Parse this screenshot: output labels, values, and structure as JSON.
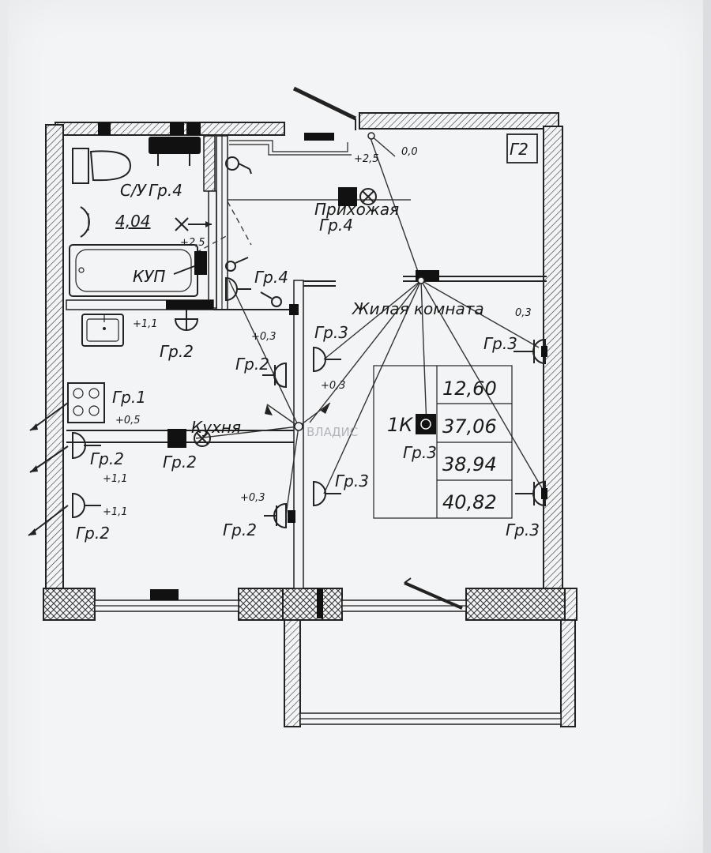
{
  "stamp": "Г2",
  "rooms": {
    "bathroom": "С/У",
    "hallway": "Прихожая",
    "living_room": "Жилая комната",
    "kitchen": "Кухня"
  },
  "labels": {
    "bath_area": "4,04",
    "kup": "КУП",
    "apartment_type": "1К",
    "zero_level": "0,0"
  },
  "groups": {
    "g1": "Гр.1",
    "g2": "Гр.2",
    "g3": "Гр.3",
    "g4": "Гр.4"
  },
  "heights": {
    "h25": "+2,5",
    "h11": "+1,1",
    "h05": "+0,5",
    "h03": "+0,3",
    "h03_short": "0,3"
  },
  "area_table": [
    "12,60",
    "37,06",
    "38,94",
    "40,82"
  ],
  "watermark": "ВЛАДИС"
}
